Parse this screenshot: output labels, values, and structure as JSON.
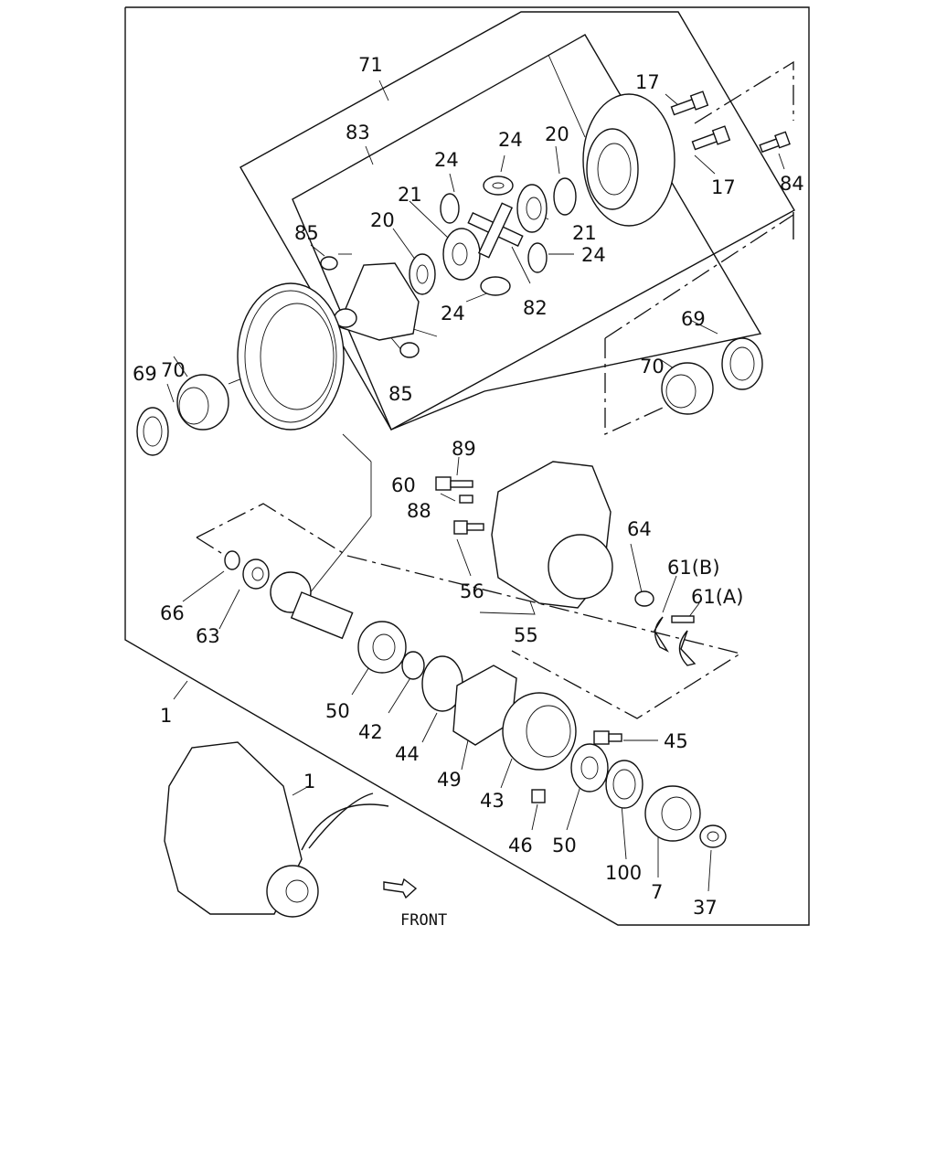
{
  "labels": {
    "l71": "71",
    "l83": "83",
    "l17a": "17",
    "l17b": "17",
    "l84": "84",
    "l24a": "24",
    "l24b": "24",
    "l24c": "24",
    "l24d": "24",
    "l20a": "20",
    "l20b": "20",
    "l21a": "21",
    "l21b": "21",
    "l85a": "85",
    "l85b": "85",
    "l82": "82",
    "l70a": "70",
    "l70b": "70",
    "l69a": "69",
    "l69b": "69",
    "l89": "89",
    "l88": "88",
    "l60": "60",
    "l64": "64",
    "l61b": "61(B)",
    "l61a": "61(A)",
    "l56": "56",
    "l55": "55",
    "l66": "66",
    "l63": "63",
    "l50a": "50",
    "l50b": "50",
    "l42": "42",
    "l44": "44",
    "l45": "45",
    "l49": "49",
    "l43": "43",
    "l46": "46",
    "l100": "100",
    "l7": "7",
    "l37": "37",
    "l1a": "1",
    "l1b": "1"
  },
  "front_label": "FRONT"
}
